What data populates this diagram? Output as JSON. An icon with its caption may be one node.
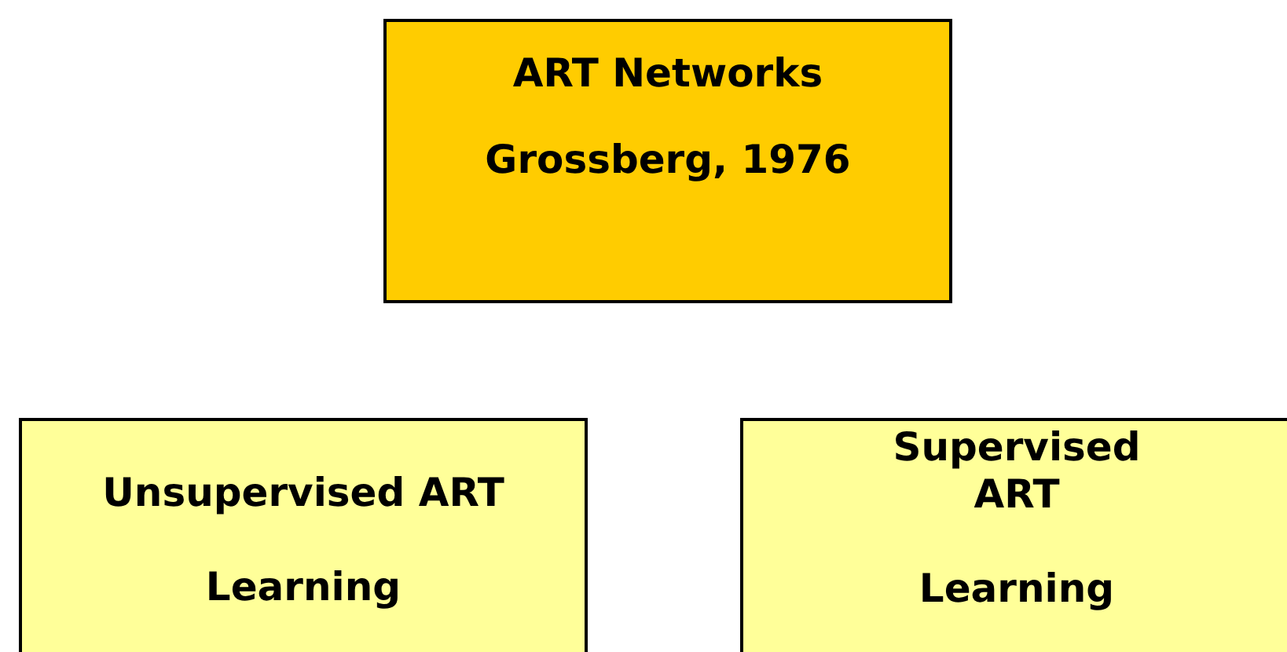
{
  "diagram": {
    "nodes": [
      {
        "text": [
          "ART Networks",
          "Grossberg, 1976"
        ]
      },
      {
        "text": [
          "Unsupervised ART",
          "Learning"
        ]
      },
      {
        "text": [
          "Supervised ART",
          "Learning"
        ]
      }
    ]
  }
}
